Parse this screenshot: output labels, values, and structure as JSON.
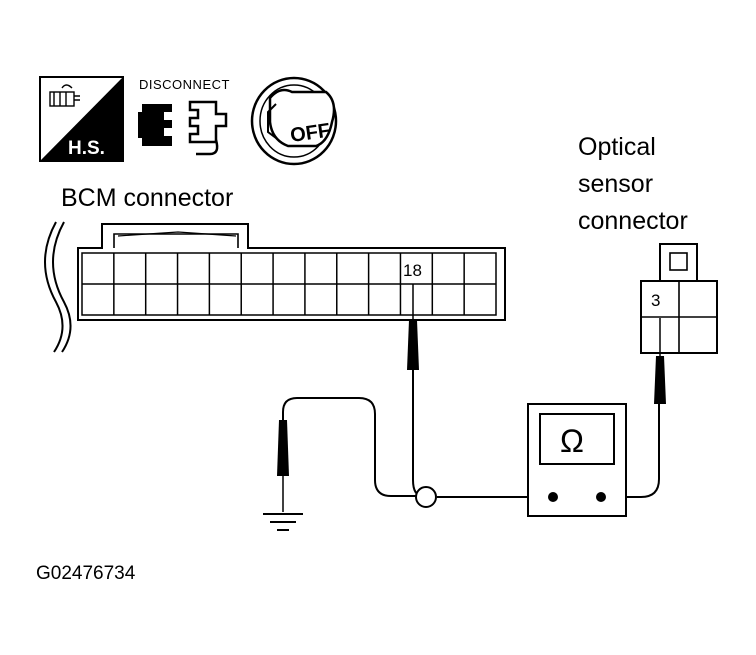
{
  "icons": {
    "hs_label": "H.S.",
    "disconnect_label": "DISCONNECT",
    "off_label": "OFF"
  },
  "bcm": {
    "title": "BCM connector",
    "pin_label": "18"
  },
  "optical": {
    "title_line1": "Optical",
    "title_line2": "sensor",
    "title_line3": "connector",
    "pin_label": "3"
  },
  "meter": {
    "symbol": "Ω"
  },
  "figure_code": "G02476734"
}
